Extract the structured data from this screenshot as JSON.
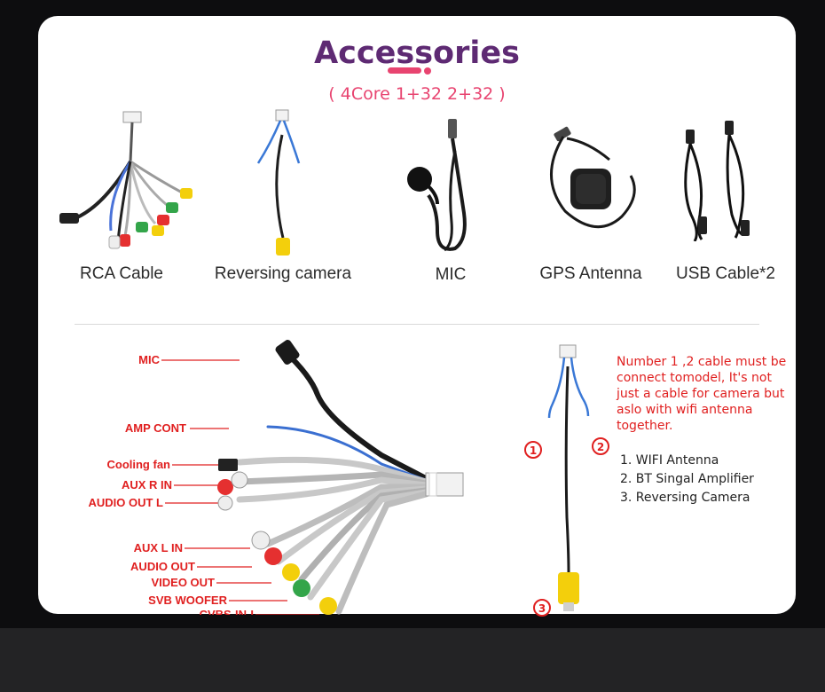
{
  "header": {
    "title": "Accessories",
    "subtitle": "( 4Core 1+32 2+32 )"
  },
  "accessories": [
    {
      "label": "RCA Cable",
      "icon": "rca-cable-image"
    },
    {
      "label": "Reversing  camera",
      "icon": "reversing-camera-cable-image"
    },
    {
      "label": "MIC",
      "icon": "microphone-image"
    },
    {
      "label": "GPS Antenna",
      "icon": "gps-antenna-image"
    },
    {
      "label": "USB Cable*2",
      "icon": "usb-cable-image"
    }
  ],
  "harness_labels": {
    "mic": "MIC",
    "amp_cont": "AMP CONT",
    "cooling_fan": "Cooling fan",
    "aux_r_in": "AUX R IN",
    "audio_out_l": "AUDIO OUT L",
    "aux_l_in": "AUX L IN",
    "audio_out": "AUDIO OUT",
    "video_out": "VIDEO OUT",
    "svb_woofer": "SVB WOOFER",
    "cvbs_in": "CVBS-IN-I"
  },
  "camera_cable": {
    "markers": [
      "1",
      "2",
      "3"
    ],
    "note": "Number 1 ,2 cable must be connect tomodel, It's not just a cable for camera but aslo with wifi antenna together.",
    "list": [
      "1. WIFI Antenna",
      "2. BT Singal Amplifier",
      "3. Reversing Camera"
    ]
  },
  "colors": {
    "title": "#5e2a73",
    "accent": "#e84470",
    "label_red": "#e02020",
    "card": "#ffffff",
    "background": "#0d0d0f"
  }
}
